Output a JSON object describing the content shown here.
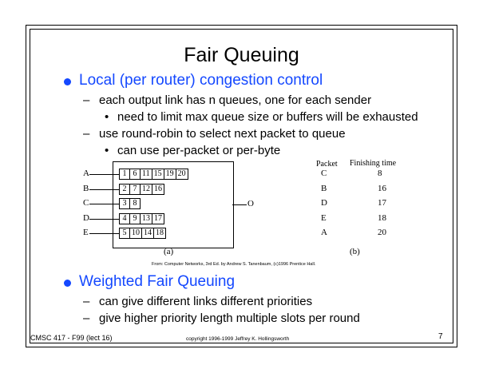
{
  "title": "Fair Queuing",
  "bullets": [
    {
      "text": "Local (per router) congestion control",
      "subs": [
        {
          "text": "each output link has n queues, one for each sender",
          "subs": [
            "need to limit max queue size or buffers will be exhausted"
          ]
        },
        {
          "text": "use round-robin to select next packet to queue",
          "subs": [
            "can use per-packet or per-byte"
          ]
        }
      ]
    },
    {
      "text": "Weighted Fair Queuing",
      "subs": [
        {
          "text": "can give different links different priorities"
        },
        {
          "text": "give higher priority length multiple slots per round"
        }
      ]
    }
  ],
  "figure": {
    "queues": [
      {
        "label": "A",
        "packets": [
          "1",
          "6",
          "11",
          "15",
          "19",
          "20"
        ]
      },
      {
        "label": "B",
        "packets": [
          "2",
          "7",
          "12",
          "16"
        ]
      },
      {
        "label": "C",
        "packets": [
          "3",
          "8"
        ]
      },
      {
        "label": "D",
        "packets": [
          "4",
          "9",
          "13",
          "17"
        ]
      },
      {
        "label": "E",
        "packets": [
          "5",
          "10",
          "14",
          "18"
        ]
      }
    ],
    "output_label": "O",
    "caption_a": "(a)",
    "caption_b": "(b)",
    "table_headers": [
      "Packet",
      "Finishing time"
    ],
    "table_rows": [
      [
        "C",
        "8"
      ],
      [
        "B",
        "16"
      ],
      [
        "D",
        "17"
      ],
      [
        "E",
        "18"
      ],
      [
        "A",
        "20"
      ]
    ],
    "credit": "From: Computer Networks, 3rd Ed. by Andrew S. Tanenbaum, (c)1996 Prentice Hall."
  },
  "footer": {
    "course": "CMSC 417 - F99  (lect 16)",
    "copyright": "copyright 1996-1999 Jeffrey K. Hollingsworth",
    "page": "7"
  }
}
